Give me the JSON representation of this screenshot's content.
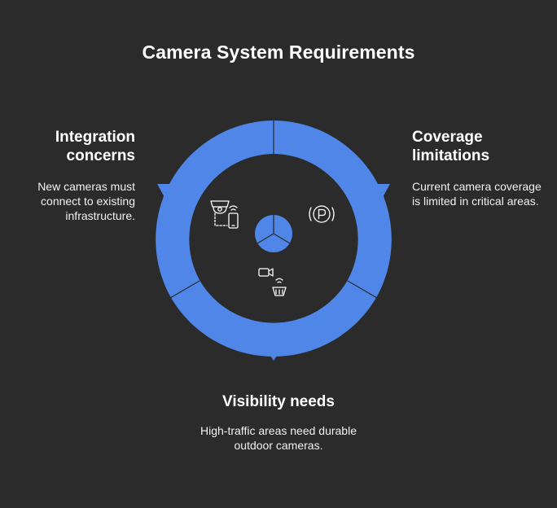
{
  "title": "Camera System Requirements",
  "colors": {
    "background": "#2b2b2b",
    "ring": "#4f86e8",
    "text": "#ffffff"
  },
  "segments": [
    {
      "id": "coverage",
      "label": "Coverage\nlimitations",
      "description": "Current camera coverage is limited in critical areas.",
      "icon": "parking-sign-icon"
    },
    {
      "id": "visibility",
      "label": "Visibility needs",
      "description": "High-traffic areas need durable outdoor cameras.",
      "icon": "outdoor-camera-icon"
    },
    {
      "id": "integration",
      "label": "Integration\nconcerns",
      "description": "New cameras must connect to existing infrastructure.",
      "icon": "connected-camera-icon"
    }
  ]
}
